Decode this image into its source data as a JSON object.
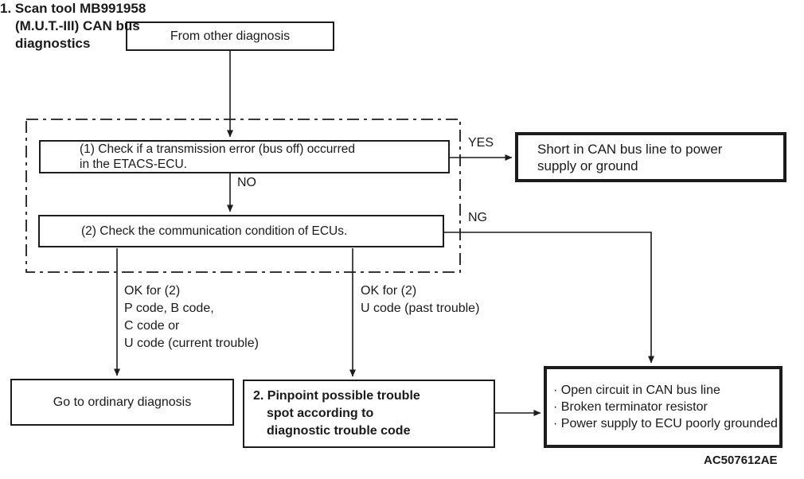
{
  "diagram": {
    "step1_label": {
      "lines": [
        "1. Scan tool MB991958",
        "(M.U.T.-III) CAN bus",
        "diagnostics"
      ]
    },
    "nodes": {
      "from": {
        "text": "From other diagnosis"
      },
      "check1": {
        "lines": [
          "(1) Check if a transmission error (bus off) occurred",
          "in the ETACS-ECU."
        ]
      },
      "check2": {
        "text": "(2) Check the communication condition of ECUs."
      },
      "short_in_can": {
        "lines": [
          "Short in CAN bus line to power",
          "supply or ground"
        ]
      },
      "ordinary": {
        "text": "Go to ordinary diagnosis"
      },
      "pinpoint": {
        "lines": [
          "2. Pinpoint possible trouble",
          "spot according to",
          "diagnostic trouble code"
        ]
      },
      "causes": {
        "lines": [
          "· Open circuit in CAN bus line",
          "· Broken terminator resistor",
          "· Power supply to ECU poorly grounded"
        ]
      }
    },
    "edge_labels": {
      "yes": "YES",
      "no": "NO",
      "ng": "NG",
      "ok_left": {
        "lines": [
          "OK for (2)",
          "P code, B code,",
          "C code or",
          "U code (current trouble)"
        ]
      },
      "ok_right": {
        "lines": [
          "OK for (2)",
          "U code (past trouble)"
        ]
      }
    },
    "figure_code": "AC507612AE",
    "colors": {
      "ink": "#1c1c1c",
      "background": "#ffffff"
    }
  }
}
